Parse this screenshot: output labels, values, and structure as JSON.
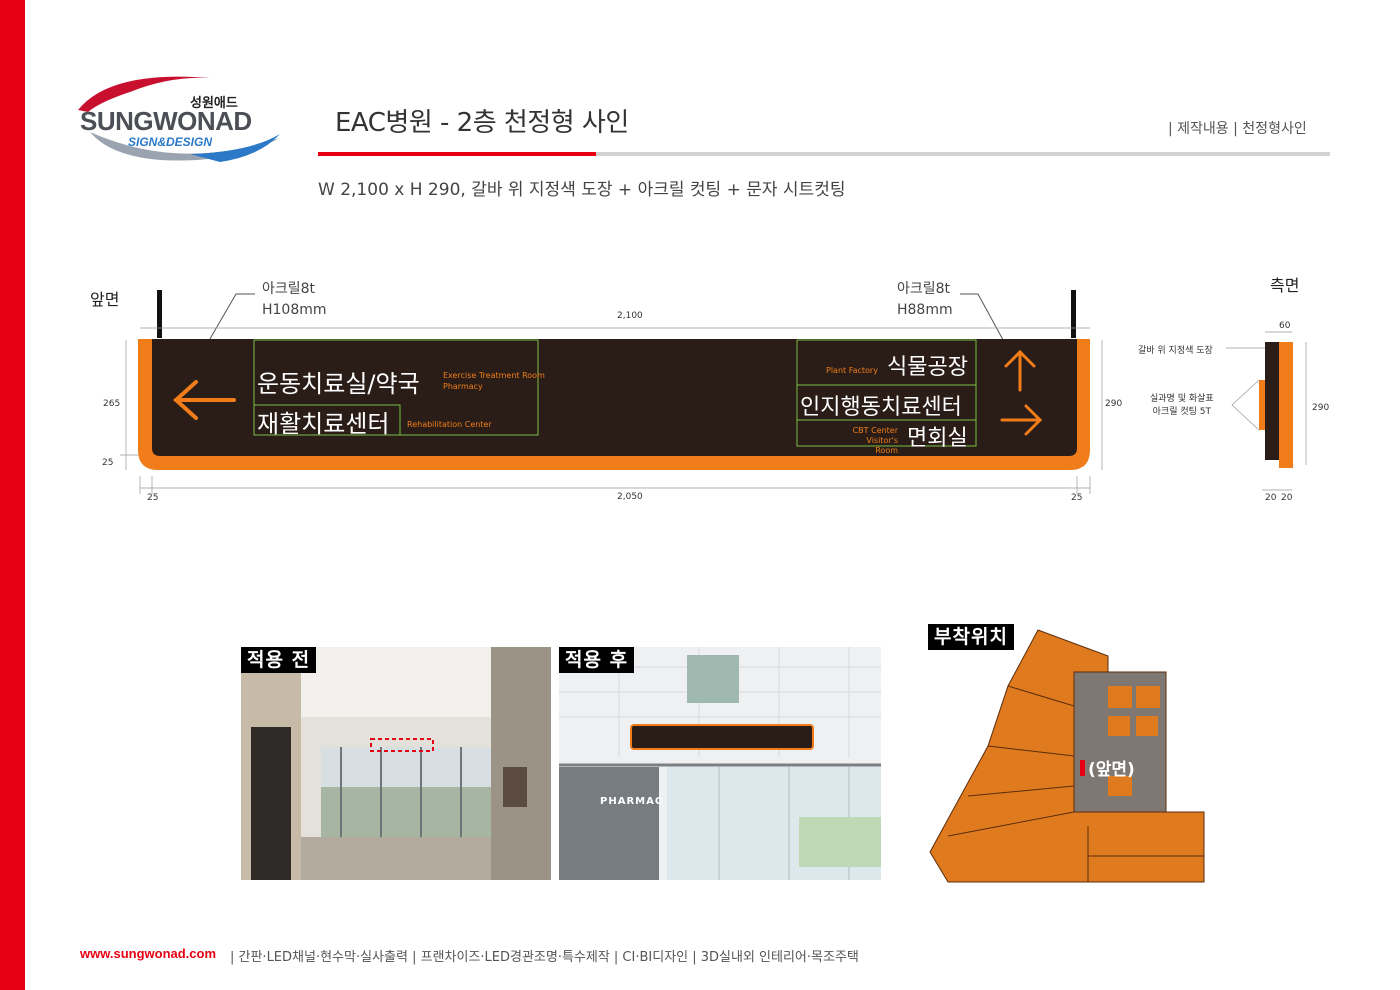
{
  "brand": {
    "name_ko": "성원애드",
    "name_en": "SUNGWONAD",
    "tagline": "SIGN&DESIGN"
  },
  "header": {
    "title": "EAC병원 - 2층 천정형 사인",
    "breadcrumb": "| 제작내용 |  천정형사인",
    "spec": "W 2,100 x H 290, 갈바 위 지정색 도장 + 아크릴 컷팅 + 문자 시트컷팅"
  },
  "drawing": {
    "front_label": "앞면",
    "side_label": "측면",
    "callout_left": [
      "아크릴8t",
      "H108mm"
    ],
    "callout_right": [
      "아크릴8t",
      "H88mm"
    ],
    "dims": {
      "top_width": "2,100",
      "bottom_width": "2,050",
      "left_margin": "25",
      "right_margin": "25",
      "height_body": "265",
      "height_base": "25",
      "height_total": "290",
      "side_width": "60",
      "side_depth_a": "20",
      "side_depth_b": "20",
      "side_height": "290"
    },
    "side_notes": {
      "paint": "갈바 위 지정색 도장",
      "cut": [
        "실과명 및 화살표",
        "아크릴 컷팅 5T"
      ]
    },
    "sign": {
      "left_main_1": "운동치료실/약국",
      "left_sub_1a": "Exercise Treatment Room",
      "left_sub_1b": "Pharmacy",
      "left_main_2": "재활치료센터",
      "left_sub_2": "Rehabilitation Center",
      "right_main_1": "식물공장",
      "right_sub_1": "Plant Factory",
      "right_main_2": "인지행동치료센터",
      "right_main_3": "면회실",
      "right_sub_3a": "CBT Center",
      "right_sub_3b": "Visitor's Room"
    },
    "colors": {
      "sign_body": "#2a1d18",
      "accent": "#f07d1a",
      "guide": "#7bc043"
    }
  },
  "photos": {
    "before": "적용 전",
    "after": "적용 후",
    "after_sign_text": "PHARMAC"
  },
  "location": {
    "title": "부착위치",
    "marker": "(앞면)"
  },
  "footer": {
    "url": "www.sungwonad.com",
    "services": "| 간판·LED채널·현수막·실사출력 | 프랜차이즈·LED경관조명·특수제작 | CI·BI디자인 | 3D실내외 인테리어·목조주택"
  }
}
